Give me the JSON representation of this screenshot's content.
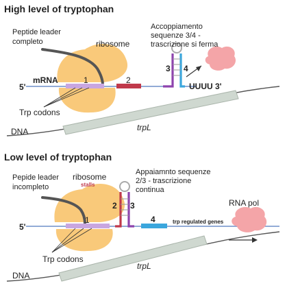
{
  "top": {
    "title": "High level of tryptophan",
    "peptide_label_1": "Peptide leader",
    "peptide_label_2": "completo",
    "ribosome": "ribosome",
    "pairing_1": "Accoppiamento",
    "pairing_2": "sequenze 3/4 -",
    "pairing_3": "trascrizione si ferma",
    "five_prime": "5'",
    "mrna": "mRNA",
    "region_1": "1",
    "region_2": "2",
    "region_3": "3",
    "region_4": "4",
    "uuuu": "UUUU 3'",
    "trp_codons": "Trp codons",
    "dna": "DNA",
    "trpl": "trpL"
  },
  "bottom": {
    "title": "Low level of tryptophan",
    "peptide_label_1": "Pepide leader",
    "peptide_label_2": "incompleto",
    "ribosome": "ribosome",
    "stalls": "stalls",
    "pairing_1": "Appaiamnto sequenze",
    "pairing_2": "2/3 - trascrizione",
    "pairing_3": "continua",
    "five_prime": "5'",
    "region_1": "1",
    "region_2": "2",
    "region_3": "3",
    "region_4": "4",
    "genes": "trp regulated genes",
    "rna_pol": "RNA pol",
    "trp_codons": "Trp codons",
    "dna": "DNA",
    "trpl": "trpL"
  },
  "colors": {
    "ribosome": "#f9c97a",
    "region_1": "#c9a6e0",
    "region_2": "#c0394b",
    "region_3": "#8e44ad",
    "region_4": "#3aa6dd",
    "rna_pol": "#f4a5a8",
    "dna": "#cfd8d0",
    "mrna_line": "#6f8fc9",
    "peptide": "#555555"
  }
}
